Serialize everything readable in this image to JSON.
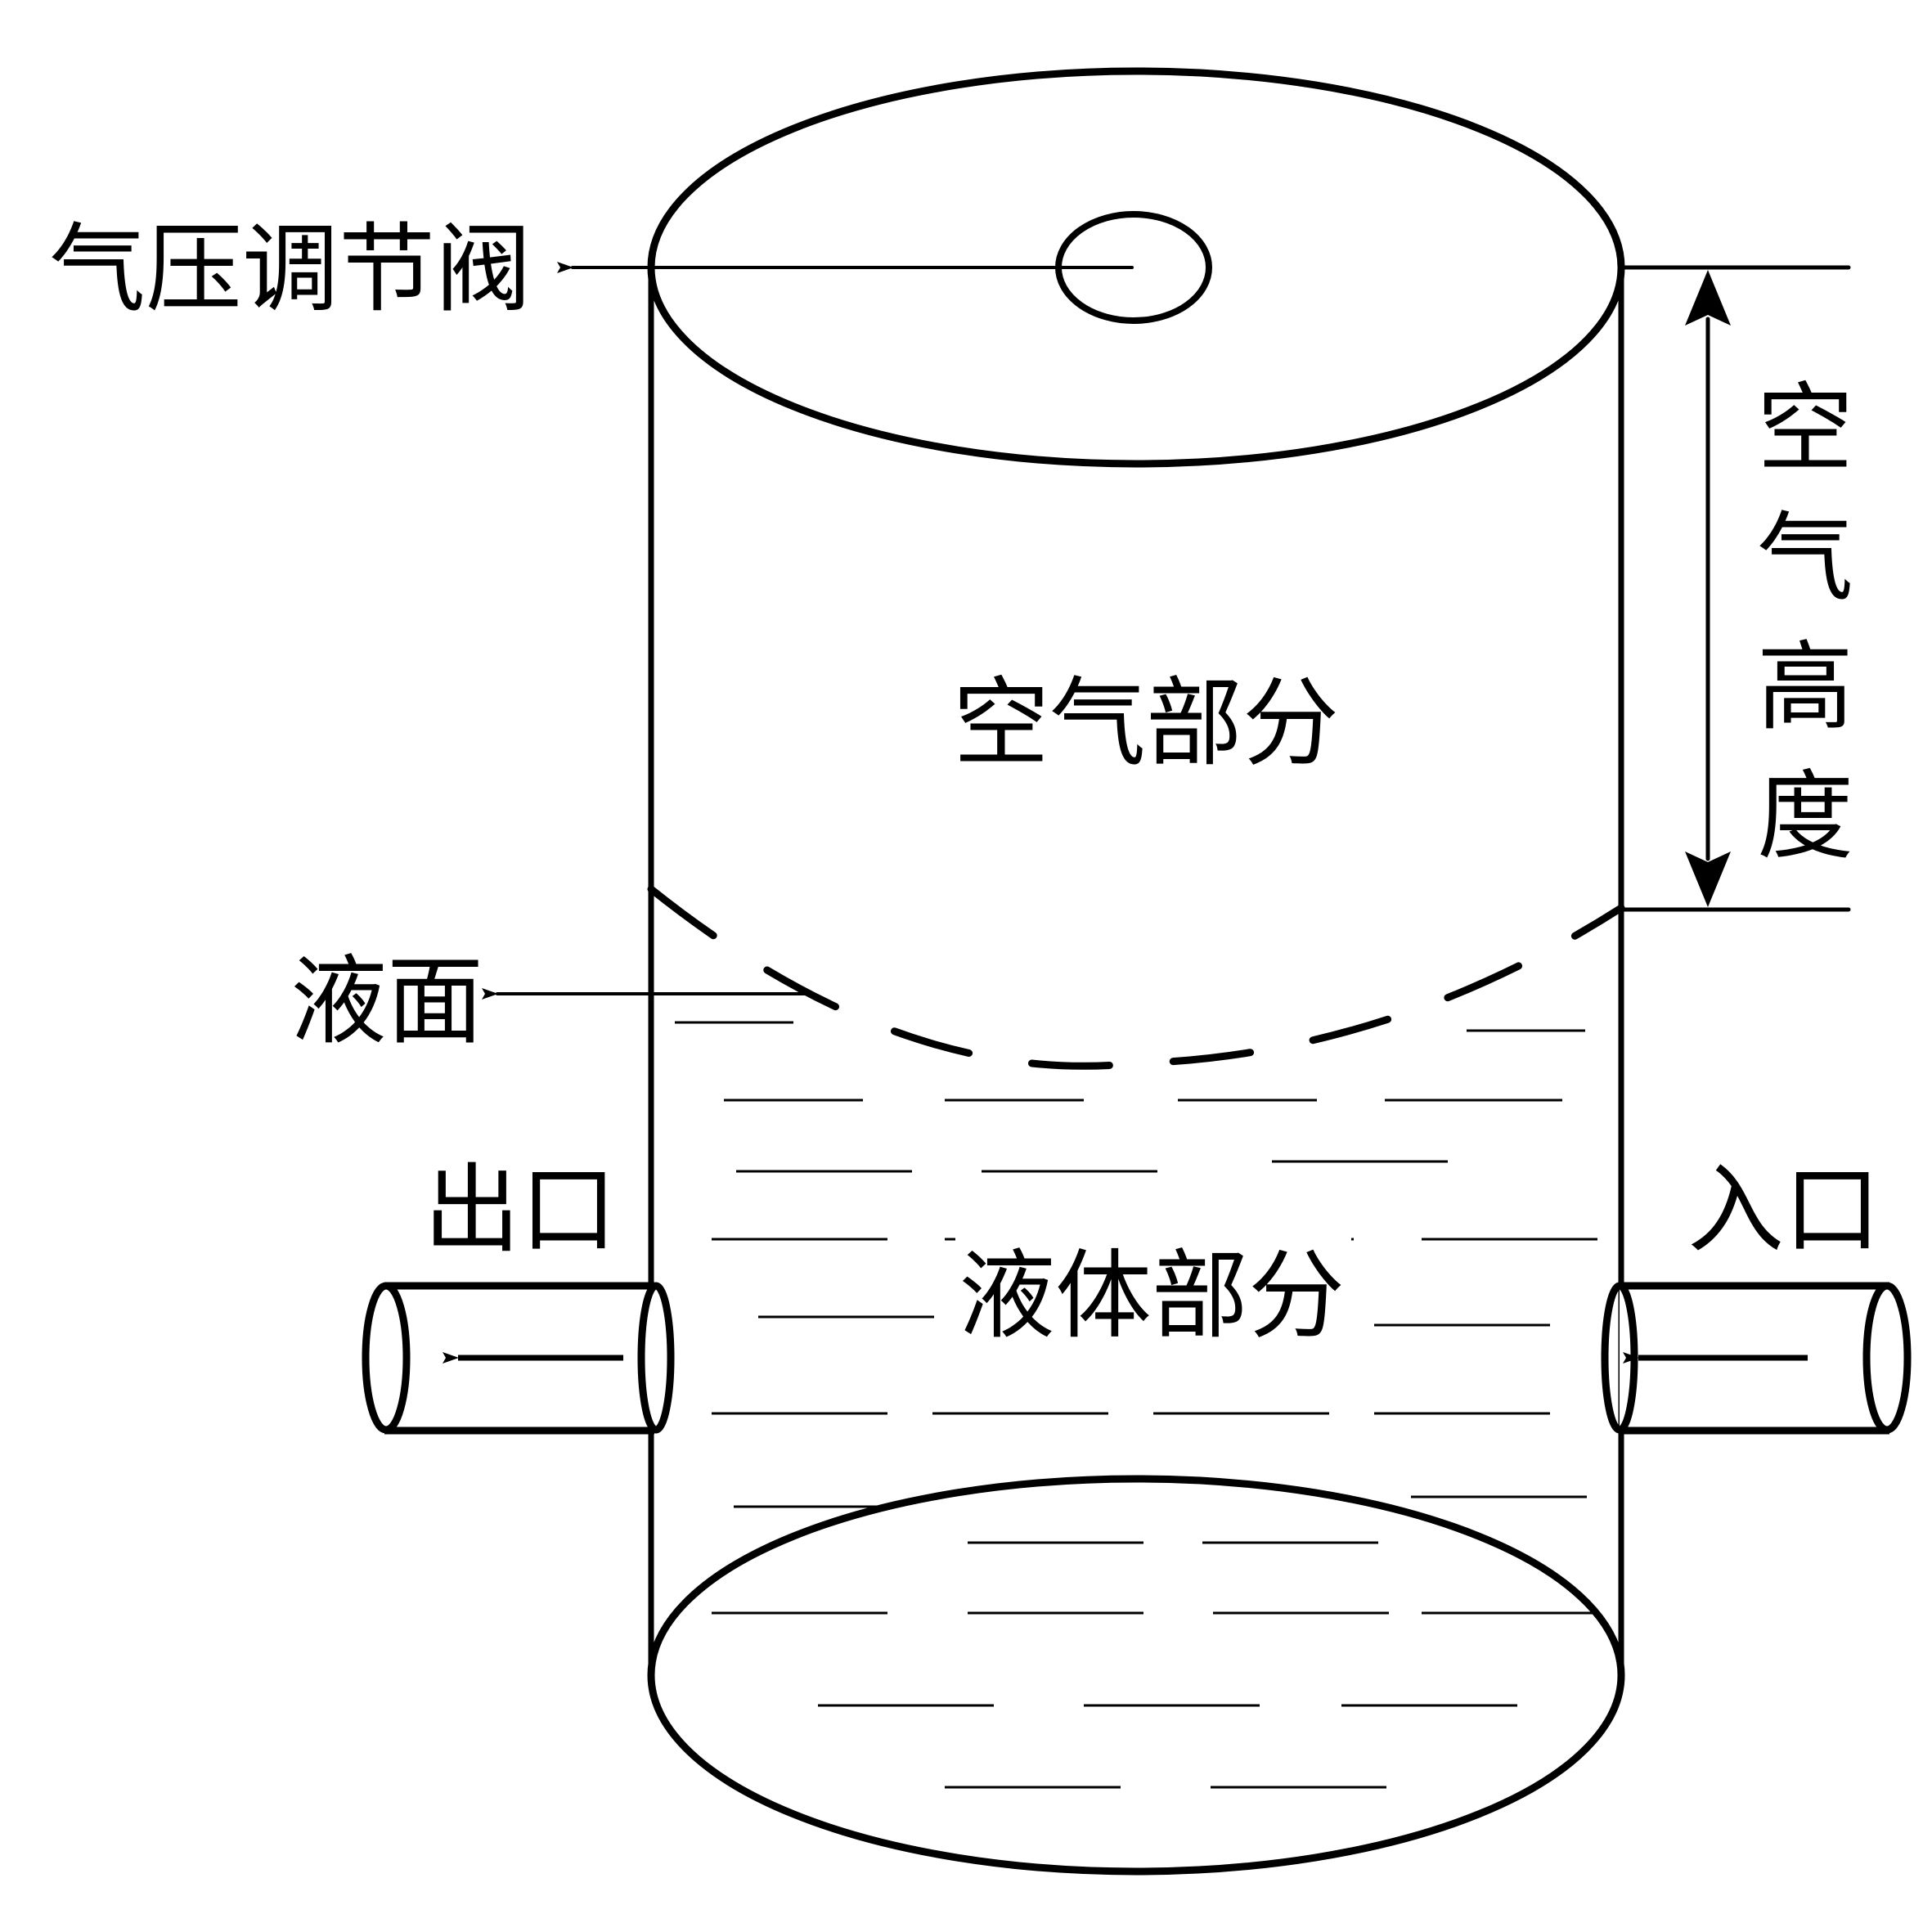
{
  "labels": {
    "valve": "气压调节阀",
    "air_part": "空气部分",
    "liquid_surface": "液面",
    "liquid_part": "液体部分",
    "outlet": "出口",
    "inlet": "入口",
    "air_height": "空气高度"
  },
  "colors": {
    "ink": "#000000",
    "background": "#ffffff"
  }
}
